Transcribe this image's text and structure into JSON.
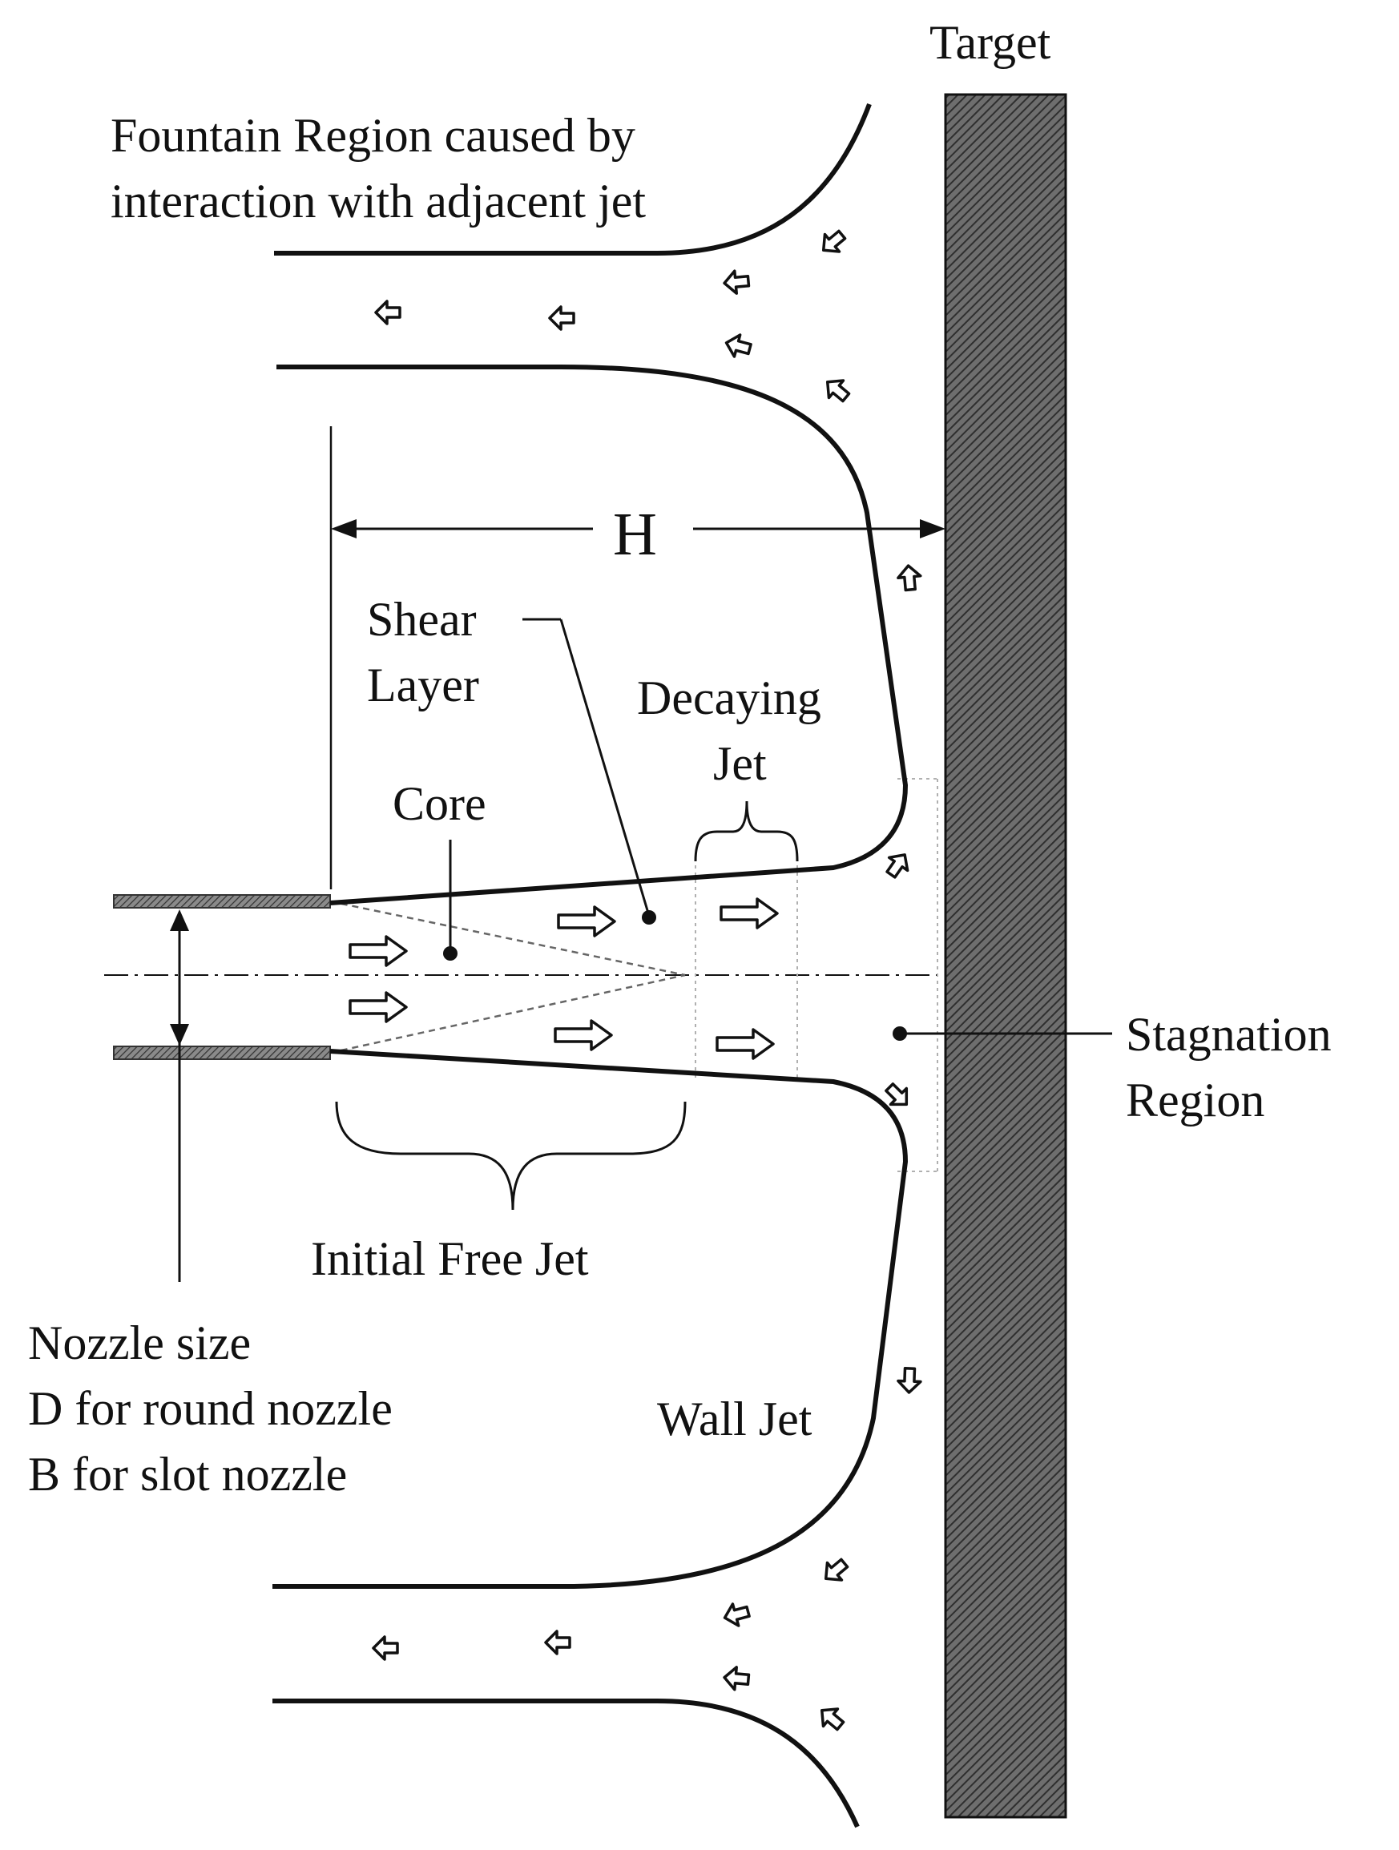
{
  "labels": {
    "target": "Target",
    "fountain_line1": "Fountain Region caused by",
    "fountain_line2": "interaction with adjacent jet",
    "h": "H",
    "shear_line1": "Shear",
    "shear_line2": "Layer",
    "decaying_line1": "Decaying",
    "decaying_line2": "Jet",
    "core": "Core",
    "stagnation_line1": "Stagnation",
    "stagnation_line2": "Region",
    "initial_free_jet": "Initial Free Jet",
    "nozzle_line1": "Nozzle size",
    "nozzle_line2": "D for round nozzle",
    "nozzle_line3": "B for slot nozzle",
    "wall_jet": "Wall Jet"
  },
  "colors": {
    "line": "#111111",
    "target_fill": "#555555",
    "dashed": "#666666",
    "dotted": "#b0b0b0"
  }
}
